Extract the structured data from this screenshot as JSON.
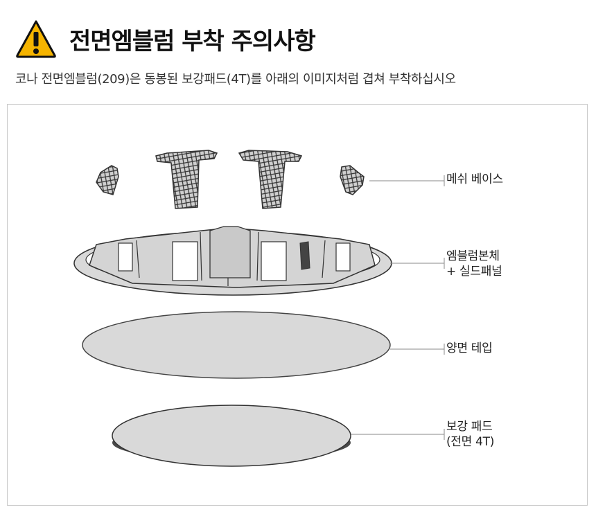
{
  "header": {
    "title": "전면엠블럼 부착 주의사항",
    "icon": "warning-icon",
    "icon_color": "#F5B400"
  },
  "subtitle": "코나 전면엠블럼(209)은 동봉된 보강패드(4T)를 아래의 이미지처럼 겹쳐 부착하십시오",
  "callouts": {
    "mesh_base": "메쉬 베이스",
    "emblem_body_line1": "엠블럼본체",
    "emblem_body_line2": "+ 실드패널",
    "double_tape": "양면 테입",
    "pad_line1": "보강 패드",
    "pad_line2": "(전면 4T)"
  },
  "colors": {
    "part_fill": "#d9d9d9",
    "outline": "#333333",
    "pad_edge": "#555555",
    "leader_line": "#888888"
  }
}
